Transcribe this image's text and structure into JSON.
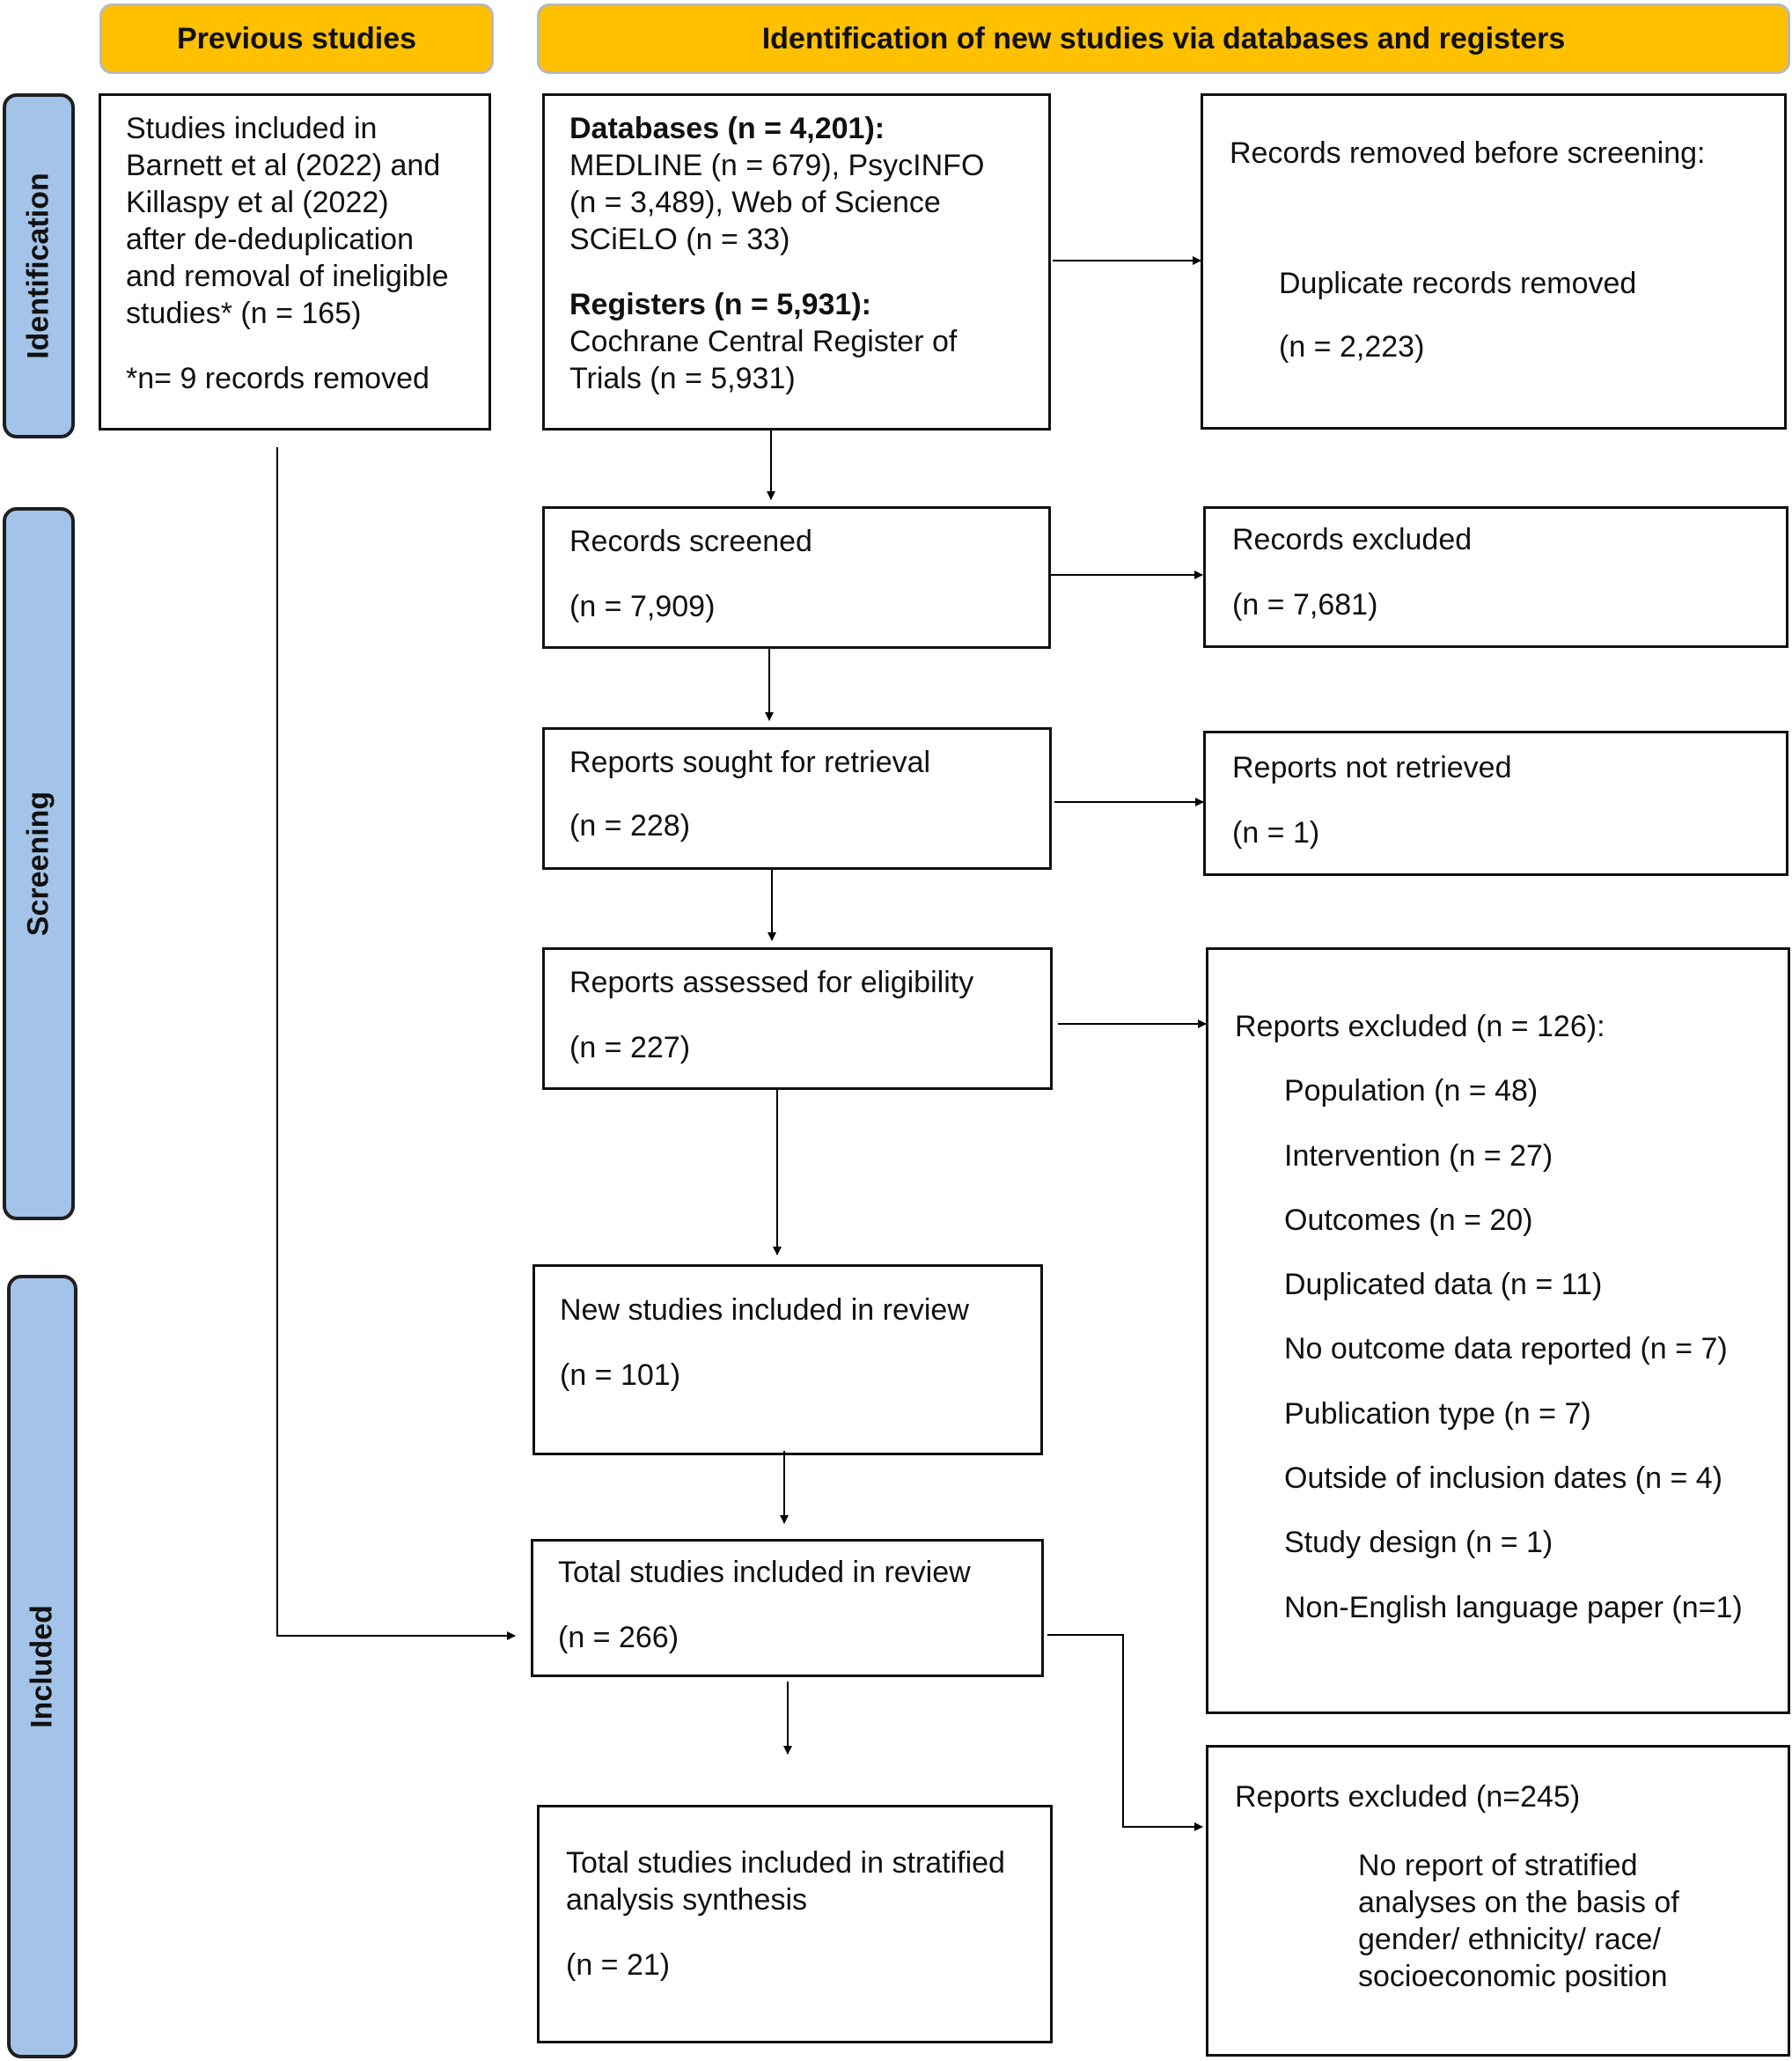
{
  "headers": {
    "previous": "Previous studies",
    "new": "Identification of new studies via databases and registers"
  },
  "stages": {
    "identification": "Identification",
    "screening": "Screening",
    "included": "Included"
  },
  "previous_box": {
    "lines": [
      "Studies included in",
      "Barnett et al (2022) and",
      "Killaspy et al (2022)",
      "after de-deduplication",
      "and removal of ineligible",
      "studies* (n = 165)"
    ],
    "note": "*n= 9 records removed"
  },
  "databases_box": {
    "db_heading": "Databases (n = 4,201):",
    "db_lines": [
      "MEDLINE (n = 679), PsycINFO",
      "(n = 3,489), Web of Science",
      "SCiELO (n = 33)"
    ],
    "reg_heading": "Registers (n = 5,931):",
    "reg_lines": [
      "Cochrane Central Register of",
      "Trials (n = 5,931)"
    ]
  },
  "removed_box": {
    "title": "Records removed before screening:",
    "item": "Duplicate records removed",
    "count": "(n = 2,223)"
  },
  "screened_box": {
    "title": "Records screened",
    "count": "(n = 7,909)"
  },
  "excluded_box": {
    "title": "Records excluded",
    "count": "(n = 7,681)"
  },
  "sought_box": {
    "title": "Reports sought for retrieval",
    "count": "(n = 228)"
  },
  "not_retrieved_box": {
    "title": "Reports not retrieved",
    "count": "(n = 1)"
  },
  "assessed_box": {
    "title": "Reports assessed for eligibility",
    "count": "(n = 227)"
  },
  "reports_excluded_box": {
    "title": "Reports excluded (n = 126):",
    "reasons": [
      "Population (n = 48)",
      "Intervention (n = 27)",
      "Outcomes (n = 20)",
      "Duplicated data (n = 11)",
      "No outcome data reported (n = 7)",
      "Publication type (n = 7)",
      "Outside of inclusion dates (n = 4)",
      "Study design (n = 1)",
      "Non-English language paper (n=1)"
    ]
  },
  "new_studies_box": {
    "title": "New studies included in review",
    "count": "(n = 101)"
  },
  "total_box": {
    "title": "Total studies included in review",
    "count": "(n = 266)"
  },
  "stratified_box": {
    "lines": [
      "Total studies included in stratified",
      "analysis synthesis"
    ],
    "count": "(n = 21)"
  },
  "excluded_245_box": {
    "title": "Reports excluded (n=245)",
    "lines": [
      "No report of stratified",
      "analyses on the basis of",
      "gender/ ethnicity/ race/",
      "socioeconomic position"
    ]
  }
}
